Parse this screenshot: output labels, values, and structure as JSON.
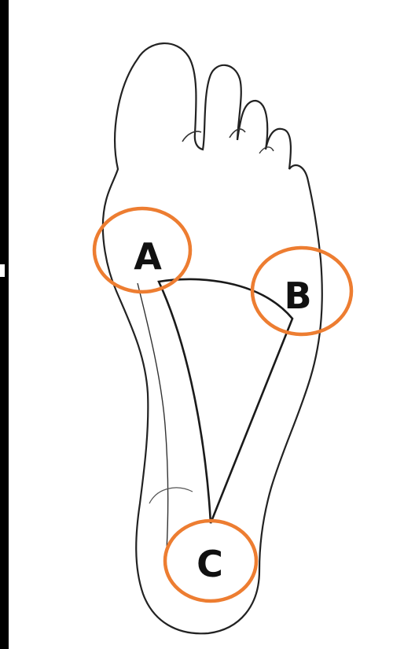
{
  "figure": {
    "subject": "foot-sole-arch-diagram",
    "points": [
      {
        "id": "A",
        "label": "A"
      },
      {
        "id": "B",
        "label": "B"
      },
      {
        "id": "C",
        "label": "C"
      }
    ],
    "colors": {
      "background": "#000000",
      "panel": "#ffffff",
      "outline": "#222222",
      "circle": "#ed7d31",
      "label": "#111111"
    }
  }
}
